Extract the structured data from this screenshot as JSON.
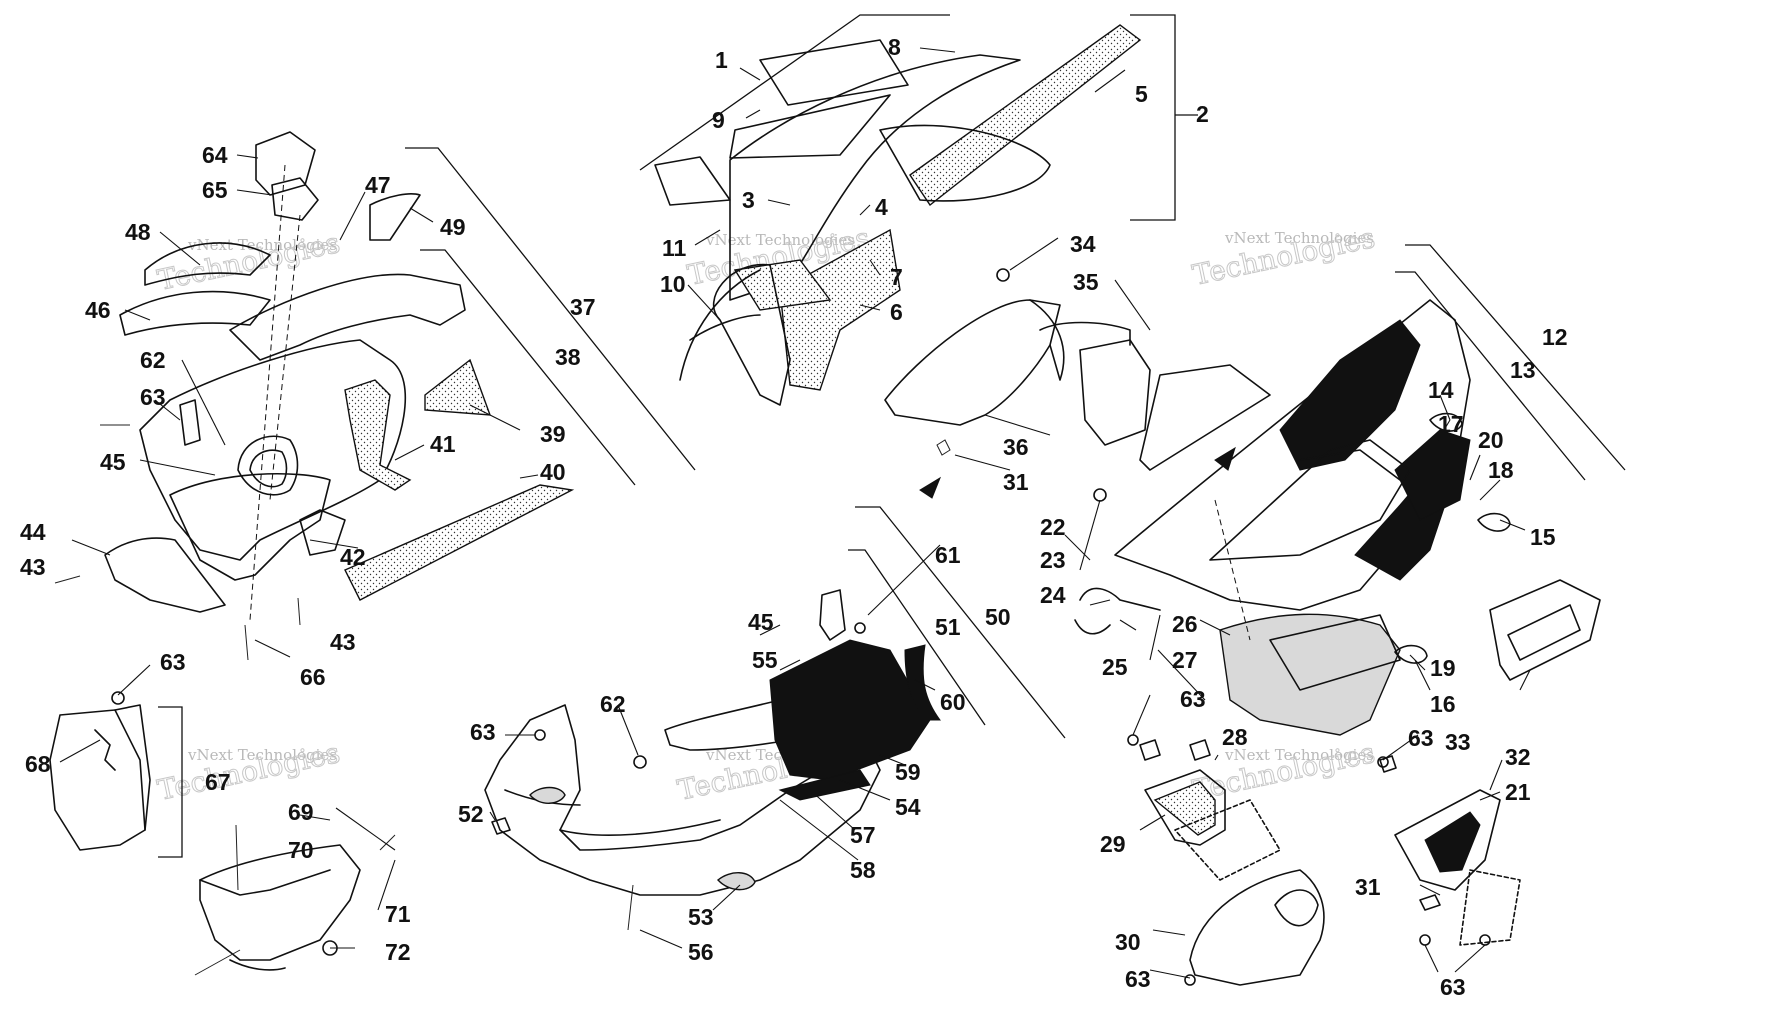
{
  "watermark": {
    "company_line": "vNext Technologies",
    "large_word": "Technologies"
  },
  "callouts": [
    {
      "id": "c1",
      "label": "1"
    },
    {
      "id": "c2",
      "label": "2"
    },
    {
      "id": "c3",
      "label": "3"
    },
    {
      "id": "c4",
      "label": "4"
    },
    {
      "id": "c5",
      "label": "5"
    },
    {
      "id": "c6",
      "label": "6"
    },
    {
      "id": "c7",
      "label": "7"
    },
    {
      "id": "c8",
      "label": "8"
    },
    {
      "id": "c9",
      "label": "9"
    },
    {
      "id": "c10",
      "label": "10"
    },
    {
      "id": "c11",
      "label": "11"
    },
    {
      "id": "c12",
      "label": "12"
    },
    {
      "id": "c13",
      "label": "13"
    },
    {
      "id": "c14",
      "label": "14"
    },
    {
      "id": "c15",
      "label": "15"
    },
    {
      "id": "c16",
      "label": "16"
    },
    {
      "id": "c17",
      "label": "17"
    },
    {
      "id": "c18",
      "label": "18"
    },
    {
      "id": "c19",
      "label": "19"
    },
    {
      "id": "c20",
      "label": "20"
    },
    {
      "id": "c21",
      "label": "21"
    },
    {
      "id": "c22",
      "label": "22"
    },
    {
      "id": "c23",
      "label": "23"
    },
    {
      "id": "c24",
      "label": "24"
    },
    {
      "id": "c25",
      "label": "25"
    },
    {
      "id": "c26",
      "label": "26"
    },
    {
      "id": "c27",
      "label": "27"
    },
    {
      "id": "c28",
      "label": "28"
    },
    {
      "id": "c29",
      "label": "29"
    },
    {
      "id": "c30",
      "label": "30"
    },
    {
      "id": "c31a",
      "label": "31"
    },
    {
      "id": "c31b",
      "label": "31"
    },
    {
      "id": "c32",
      "label": "32"
    },
    {
      "id": "c33",
      "label": "33"
    },
    {
      "id": "c34",
      "label": "34"
    },
    {
      "id": "c35",
      "label": "35"
    },
    {
      "id": "c36",
      "label": "36"
    },
    {
      "id": "c37",
      "label": "37"
    },
    {
      "id": "c38",
      "label": "38"
    },
    {
      "id": "c39",
      "label": "39"
    },
    {
      "id": "c40",
      "label": "40"
    },
    {
      "id": "c41",
      "label": "41"
    },
    {
      "id": "c42",
      "label": "42"
    },
    {
      "id": "c43a",
      "label": "43"
    },
    {
      "id": "c43b",
      "label": "43"
    },
    {
      "id": "c44",
      "label": "44"
    },
    {
      "id": "c45a",
      "label": "45"
    },
    {
      "id": "c45b",
      "label": "45"
    },
    {
      "id": "c46",
      "label": "46"
    },
    {
      "id": "c47",
      "label": "47"
    },
    {
      "id": "c48",
      "label": "48"
    },
    {
      "id": "c49",
      "label": "49"
    },
    {
      "id": "c50",
      "label": "50"
    },
    {
      "id": "c51",
      "label": "51"
    },
    {
      "id": "c52",
      "label": "52"
    },
    {
      "id": "c53",
      "label": "53"
    },
    {
      "id": "c54",
      "label": "54"
    },
    {
      "id": "c55",
      "label": "55"
    },
    {
      "id": "c56",
      "label": "56"
    },
    {
      "id": "c57",
      "label": "57"
    },
    {
      "id": "c58",
      "label": "58"
    },
    {
      "id": "c59",
      "label": "59"
    },
    {
      "id": "c60",
      "label": "60"
    },
    {
      "id": "c61",
      "label": "61"
    },
    {
      "id": "c62a",
      "label": "62"
    },
    {
      "id": "c62b",
      "label": "62"
    },
    {
      "id": "c63a",
      "label": "63"
    },
    {
      "id": "c63b",
      "label": "63"
    },
    {
      "id": "c63c",
      "label": "63"
    },
    {
      "id": "c63d",
      "label": "63"
    },
    {
      "id": "c63e",
      "label": "63"
    },
    {
      "id": "c63f",
      "label": "63"
    },
    {
      "id": "c63g",
      "label": "63"
    },
    {
      "id": "c64",
      "label": "64"
    },
    {
      "id": "c65",
      "label": "65"
    },
    {
      "id": "c66",
      "label": "66"
    },
    {
      "id": "c67",
      "label": "67"
    },
    {
      "id": "c68",
      "label": "68"
    },
    {
      "id": "c69",
      "label": "69"
    },
    {
      "id": "c70",
      "label": "70"
    },
    {
      "id": "c71",
      "label": "71"
    },
    {
      "id": "c72",
      "label": "72"
    }
  ]
}
